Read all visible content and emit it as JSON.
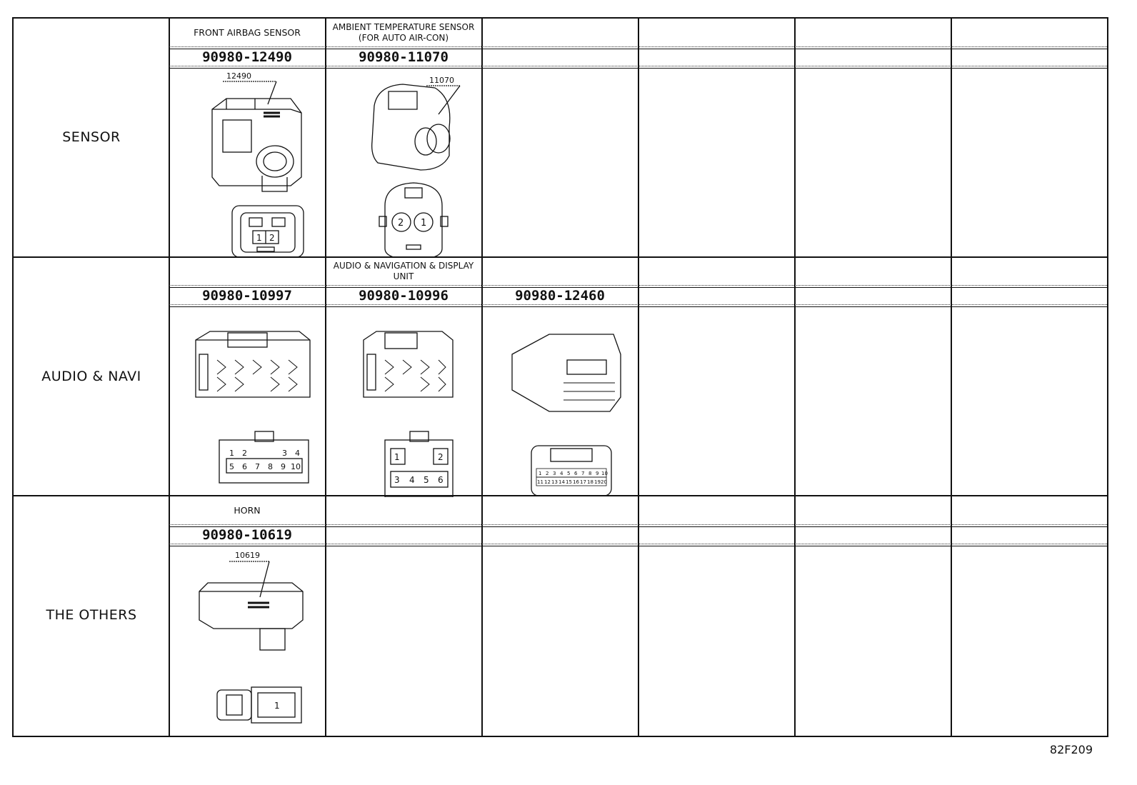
{
  "groups": [
    {
      "label": "SENSOR",
      "connectors": [
        {
          "title": "FRONT AIRBAG SENSOR",
          "part_number": "90980-12490",
          "callout": "12490",
          "pins": [
            "1",
            "2"
          ]
        },
        {
          "title": "AMBIENT TEMPERATURE SENSOR\n(FOR AUTO AIR-CON)",
          "part_number": "90980-11070",
          "callout": "11070",
          "pins": [
            "2",
            "1"
          ]
        }
      ]
    },
    {
      "label": "AUDIO & NAVI",
      "shared_title": "AUDIO & NAVIGATION & DISPLAY UNIT",
      "connectors": [
        {
          "part_number": "90980-10997",
          "pins": [
            "1",
            "2",
            "3",
            "4",
            "5",
            "6",
            "7",
            "8",
            "9",
            "10"
          ]
        },
        {
          "part_number": "90980-10996",
          "pins": [
            "1",
            "2",
            "3",
            "4",
            "5",
            "6"
          ]
        },
        {
          "part_number": "90980-12460",
          "pins": [
            "1",
            "2",
            "3",
            "4",
            "5",
            "6",
            "7",
            "8",
            "9",
            "10",
            "11",
            "12",
            "13",
            "14",
            "15",
            "16",
            "17",
            "18",
            "19",
            "20"
          ]
        }
      ]
    },
    {
      "label": "THE OTHERS",
      "connectors": [
        {
          "title": "HORN",
          "part_number": "90980-10619",
          "callout": "10619",
          "pins": [
            "1"
          ]
        }
      ]
    }
  ],
  "reference_code": "82F209"
}
